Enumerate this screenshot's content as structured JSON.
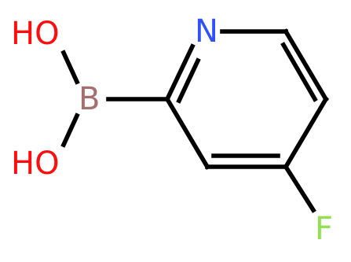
{
  "molecule": {
    "atoms": [
      {
        "id": "o1",
        "symbol": "HO",
        "color": "#ff0d0d"
      },
      {
        "id": "b",
        "symbol": "B",
        "color": "#a36f6f"
      },
      {
        "id": "o2",
        "symbol": "HO",
        "color": "#ff0d0d"
      },
      {
        "id": "n",
        "symbol": "N",
        "color": "#3050f8"
      },
      {
        "id": "f",
        "symbol": "F",
        "color": "#90e050"
      }
    ]
  }
}
